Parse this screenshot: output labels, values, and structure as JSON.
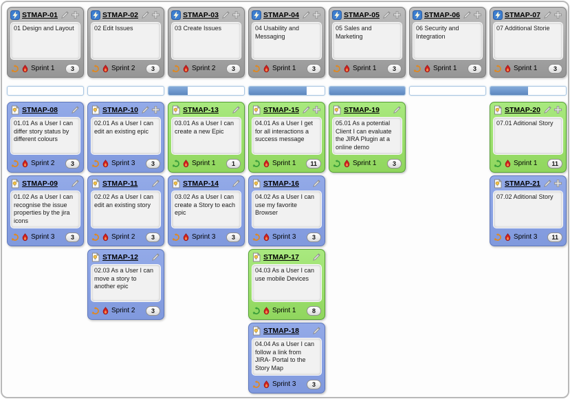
{
  "colors": {
    "epic_card_bg": "#a9a9a9",
    "story_open_bg": "#8ba3e6",
    "story_done_bg": "#9fe070",
    "progress_fill": "#6e97cc",
    "card_body_bg": "#f1f1f1"
  },
  "board": {
    "columns": [
      {
        "epic": {
          "key": "STMAP-01",
          "summary": "01 Design and Layout",
          "sprint": "Sprint 1",
          "points": "3",
          "can_add": true
        },
        "progress_percent": 0,
        "stories": [
          {
            "key": "STMAP-08",
            "summary": "01.01 As a User I can differ story status by different colours",
            "sprint": "Sprint 2",
            "points": "3",
            "status": "open",
            "can_add": false
          },
          {
            "key": "STMAP-09",
            "summary": "01.02 As a User I can recognise the issue properties by the jira icons",
            "sprint": "Sprint 3",
            "points": "3",
            "status": "open",
            "can_add": false
          }
        ]
      },
      {
        "epic": {
          "key": "STMAP-02",
          "summary": "02 Edit Issues",
          "sprint": "Sprint 2",
          "points": "3",
          "can_add": true
        },
        "progress_percent": 0,
        "stories": [
          {
            "key": "STMAP-10",
            "summary": "02.01 As a User I can edit an existing epic",
            "sprint": "Sprint 3",
            "points": "3",
            "status": "open",
            "can_add": true
          },
          {
            "key": "STMAP-11",
            "summary": "02.02 As a User I can edit an existing story",
            "sprint": "Sprint 2",
            "points": "3",
            "status": "open",
            "can_add": false
          },
          {
            "key": "STMAP-12",
            "summary": "02.03 As a User I can move a story to another epic",
            "sprint": "Sprint 2",
            "points": "3",
            "status": "open",
            "can_add": false
          }
        ]
      },
      {
        "epic": {
          "key": "STMAP-03",
          "summary": "03 Create Issues",
          "sprint": "Sprint 2",
          "points": "3",
          "can_add": true
        },
        "progress_percent": 25,
        "stories": [
          {
            "key": "STMAP-13",
            "summary": "03.01 As a User I can create a new Epic",
            "sprint": "Sprint 1",
            "points": "1",
            "status": "done",
            "can_add": false
          },
          {
            "key": "STMAP-14",
            "summary": "03.02 As a User I can create a Story to each epic",
            "sprint": "Sprint 3",
            "points": "3",
            "status": "open",
            "can_add": false
          }
        ]
      },
      {
        "epic": {
          "key": "STMAP-04",
          "summary": "04 Usability and Messaging",
          "sprint": "Sprint 1",
          "points": "3",
          "can_add": true
        },
        "progress_percent": 76,
        "stories": [
          {
            "key": "STMAP-15",
            "summary": "04.01 As a User I get for all interactions a success message",
            "sprint": "Sprint 1",
            "points": "11",
            "status": "done",
            "can_add": true
          },
          {
            "key": "STMAP-16",
            "summary": "04.02 As a User I can use my favorite Browser",
            "sprint": "Sprint 3",
            "points": "3",
            "status": "open",
            "can_add": false
          },
          {
            "key": "STMAP-17",
            "summary": "04.03 As a User I can use mobile Devices",
            "sprint": "Sprint 1",
            "points": "8",
            "status": "done",
            "can_add": false
          },
          {
            "key": "STMAP-18",
            "summary": "04.04 As a User I can follow a link from JIRA- Portal to the Story Map",
            "sprint": "Sprint 3",
            "points": "3",
            "status": "open",
            "can_add": false
          }
        ]
      },
      {
        "epic": {
          "key": "STMAP-05",
          "summary": "05 Sales and Marketing",
          "sprint": "Sprint 1",
          "points": "3",
          "can_add": true
        },
        "progress_percent": 100,
        "stories": [
          {
            "key": "STMAP-19",
            "summary": "05.01 As a potential Client I can evaluate the JIRA Plugin at a online demo",
            "sprint": "Sprint 1",
            "points": "3",
            "status": "done",
            "can_add": false
          }
        ]
      },
      {
        "epic": {
          "key": "STMAP-06",
          "summary": "06 Security and Integration",
          "sprint": "Sprint 1",
          "points": "3",
          "can_add": true
        },
        "progress_percent": 0,
        "stories": []
      },
      {
        "epic": {
          "key": "STMAP-07",
          "summary": "07 Additional Storie",
          "sprint": "Sprint 1",
          "points": "3",
          "can_add": true
        },
        "progress_percent": 50,
        "stories": [
          {
            "key": "STMAP-20",
            "summary": "07.01 Aditional Story",
            "sprint": "Sprint 1",
            "points": "11",
            "status": "done",
            "can_add": true
          },
          {
            "key": "STMAP-21",
            "summary": "07.02 Aditional Story",
            "sprint": "Sprint 3",
            "points": "11",
            "status": "open",
            "can_add": true
          }
        ]
      }
    ]
  }
}
